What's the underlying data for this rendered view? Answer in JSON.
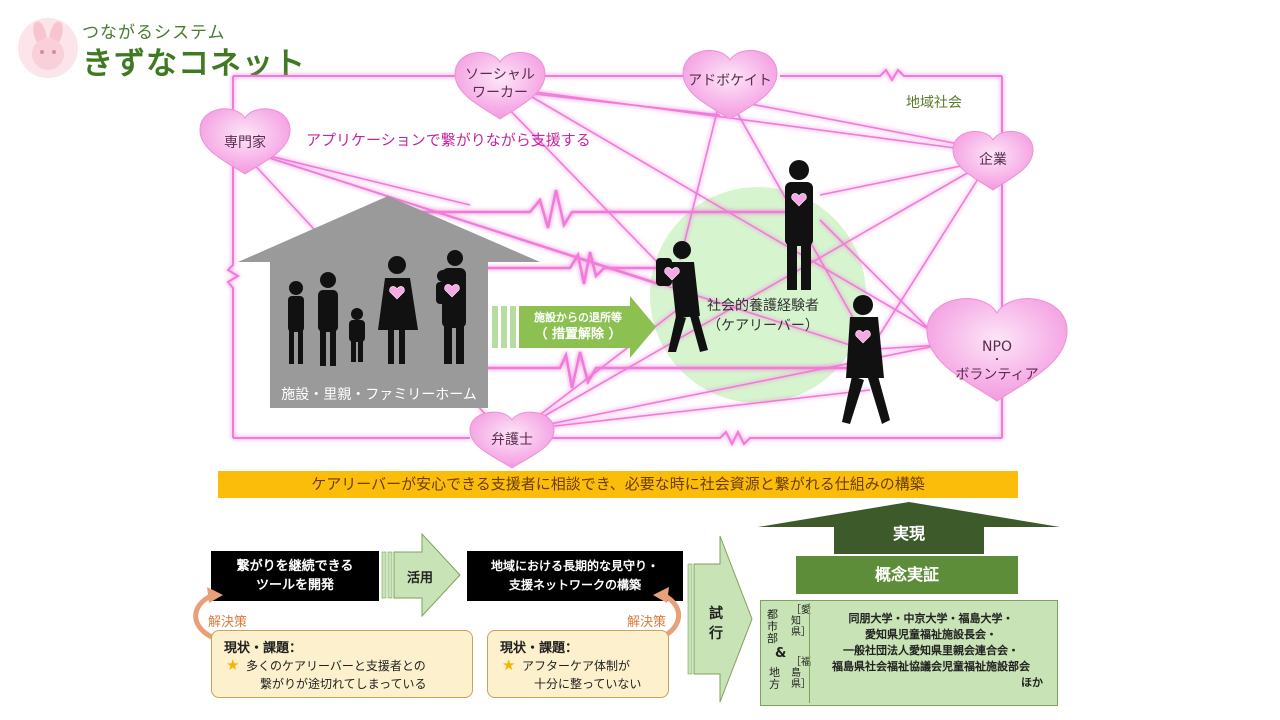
{
  "logo": {
    "subtitle": "つながるシステム",
    "title": "きずなコネット"
  },
  "network": {
    "tagline": "アプリケーションで繋がりながら支援する",
    "area_label": "地域社会",
    "nodes": {
      "social_worker": [
        "ソーシャル",
        "ワーカー"
      ],
      "advocate": "アドボケイト",
      "specialist": "専門家",
      "company": "企業",
      "npo": [
        "NPO",
        "・",
        "ボランティア"
      ],
      "lawyer": "弁護士"
    },
    "house_label": "施設・里親・ファミリーホーム",
    "transition": [
      "施設からの退所等",
      "（ 措置解除 ）"
    ],
    "careleaver": [
      "社会的養護経験者",
      "（ケアリーバー）"
    ]
  },
  "banner": "ケアリーバーが安心できる支援者に相談でき、必要な時に社会資源と繋がれる仕組みの構築",
  "flow": {
    "tool_box": [
      "繋がりを継続できる",
      "ツールを開発"
    ],
    "use_label": "活用",
    "network_box": [
      "地域における長期的な見守り・",
      "支援ネットワークの構築"
    ],
    "trial_label": [
      "試",
      "行"
    ],
    "solution_label": "解決策",
    "issue1": {
      "title": "現状・課題：",
      "lines": [
        "多くのケアリーバーと支援者との",
        "繋がりが途切れてしまっている"
      ]
    },
    "issue2": {
      "title": "現状・課題：",
      "lines": [
        "アフターケア体制が",
        "十分に整っていない"
      ]
    }
  },
  "result": {
    "realize": "実現",
    "concept": "概念実証",
    "urban_label": "都市部",
    "urban_pref": "［愛知県］",
    "amp": "&",
    "rural_label": "地方",
    "rural_pref": "［福島県］",
    "partners": [
      "同朋大学・中京大学・福島大学・",
      "愛知県児童福祉施設長会・",
      "一般社団法人愛知県里親会連合会・",
      "福島県社会福祉協議会児童福祉施設部会",
      "ほか"
    ]
  },
  "colors": {
    "pink_line": "#f07bd8",
    "heart": "#f7a6e6",
    "banner": "#fbbc0a",
    "green_dark": "#3d5b2a",
    "green_mid": "#5e8d3a",
    "green_light": "#c8e3b5",
    "arrow_green": "#8cc152"
  }
}
